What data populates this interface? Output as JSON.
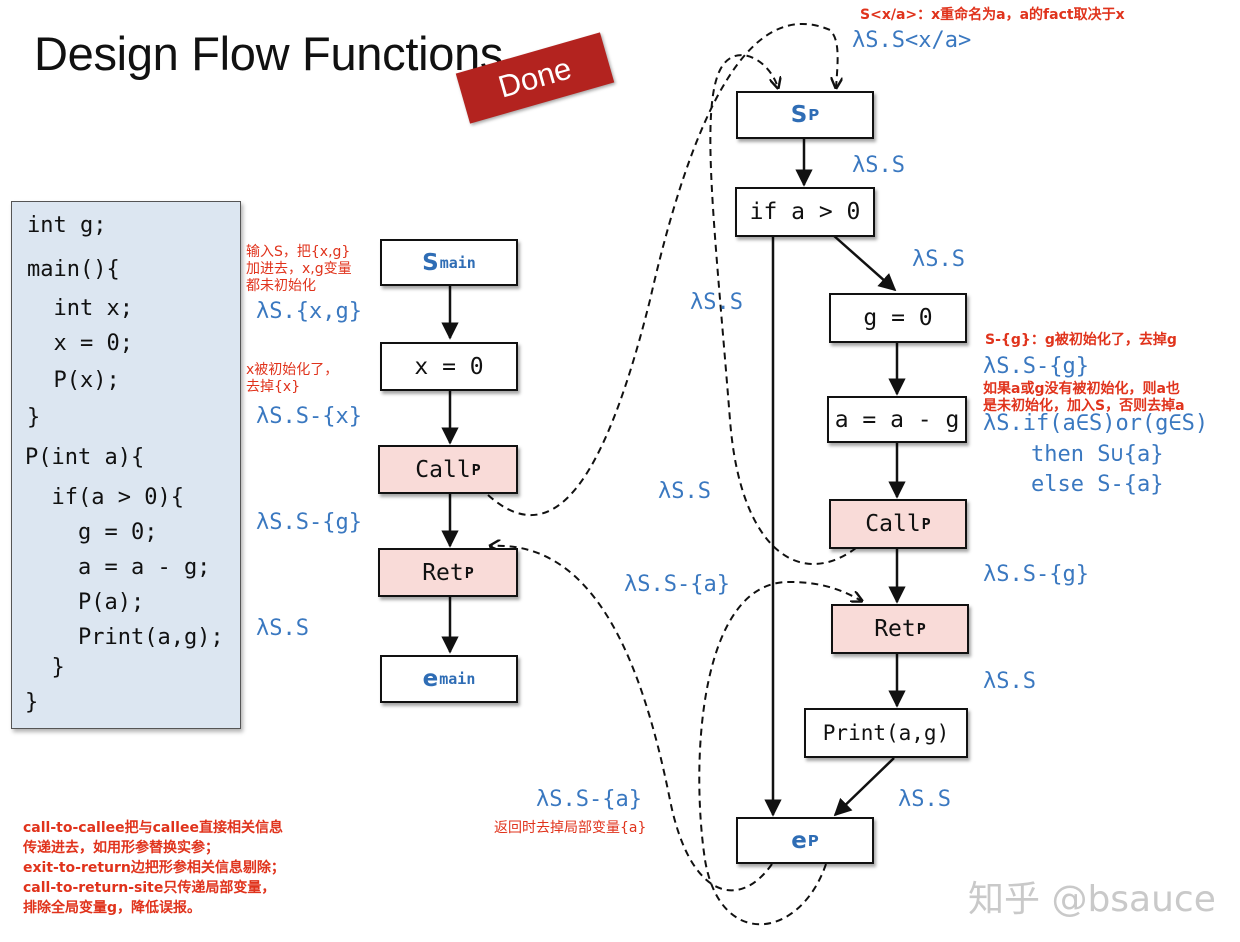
{
  "title": "Design Flow Functions",
  "stamp": "Done",
  "code": [
    "int g;",
    "main(){",
    "  int x;",
    "  x = 0;",
    "  P(x);",
    "}",
    "P(int a){",
    "  if(a > 0){",
    "    g = 0;",
    "    a = a - g;",
    "    P(a);",
    "    Print(a,g);",
    "  }",
    "}"
  ],
  "main_nodes": {
    "s_main": {
      "base": "S",
      "sub": "main"
    },
    "x_assign": "x = 0",
    "call": {
      "base": "Call",
      "sub": "P"
    },
    "ret": {
      "base": "Ret",
      "sub": "P"
    },
    "e_main": {
      "base": "e",
      "sub": "main"
    }
  },
  "p_nodes": {
    "s_p": {
      "base": "S",
      "sub": "P"
    },
    "if": "if a > 0",
    "g_assign": "g = 0",
    "a_assign": "a = a - g",
    "call": {
      "base": "Call",
      "sub": "P"
    },
    "ret": {
      "base": "Ret",
      "sub": "P"
    },
    "print": "Print(a,g)",
    "e_p": {
      "base": "e",
      "sub": "P"
    }
  },
  "lambdas": {
    "s_main_out": "λS.{x,g}",
    "x_out": "λS.S-{x}",
    "call_ret_main": "λS.S-{g}",
    "ret_main_out": "λS.S",
    "call_to_sp": "λS.S<x/a>",
    "sp_out": "λS.S",
    "if_true": "λS.S",
    "if_false": "λS.S",
    "g_out": "λS.S-{g}",
    "a_out_1": "λS.if(a∈S)or(g∈S)",
    "a_out_2": "then S∪{a}",
    "a_out_3": "else S-{a}",
    "call_ret_p": "λS.S-{g}",
    "ep_to_ret_p": "λS.S-{a}",
    "left_middle": "λS.S",
    "ret_p_out": "λS.S",
    "print_out": "λS.S",
    "ep_to_ret_main": "λS.S-{a}"
  },
  "notes": {
    "n1": [
      "输入S，把{x,g}",
      "加进去，x,g变量",
      "都未初始化"
    ],
    "n2": [
      "x被初始化了，",
      "去掉{x}"
    ],
    "n3": "S<x/a>：x重命名为a，a的fact取决于x",
    "n4": "S-{g}：g被初始化了，去掉g",
    "n5": [
      "如果a或g没有被初始化，则a也",
      "是未初始化，加入S，否则去掉a"
    ],
    "n6": "返回时去掉局部变量{a}"
  },
  "bottom_note": [
    "call-to-callee把与callee直接相关信息",
    "传递进去，如用形参替换实参；",
    "exit-to-return边把形参相关信息剔除；",
    "call-to-return-site只传递局部变量，",
    "排除全局变量g，降低误报。"
  ],
  "watermark": "知乎 @bsauce"
}
